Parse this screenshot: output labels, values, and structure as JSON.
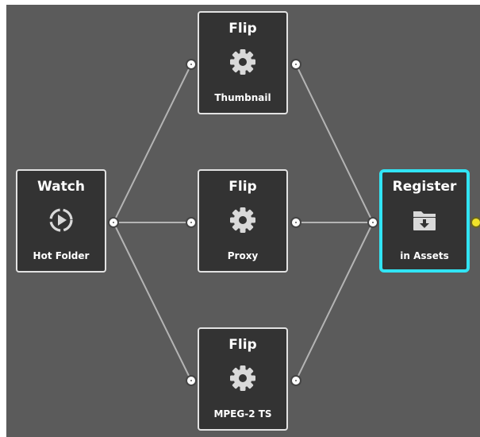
{
  "workflow": {
    "nodes": [
      {
        "id": "watch",
        "title": "Watch",
        "subtitle": "Hot Folder",
        "icon": "sync-icon",
        "selected": false
      },
      {
        "id": "flip-thumbnail",
        "title": "Flip",
        "subtitle": "Thumbnail",
        "icon": "gear-icon",
        "selected": false
      },
      {
        "id": "flip-proxy",
        "title": "Flip",
        "subtitle": "Proxy",
        "icon": "gear-icon",
        "selected": false
      },
      {
        "id": "flip-mpeg",
        "title": "Flip",
        "subtitle": "MPEG-2 TS",
        "icon": "gear-icon",
        "selected": false
      },
      {
        "id": "register",
        "title": "Register",
        "subtitle": "in Assets",
        "icon": "folder-download-icon",
        "selected": true
      }
    ],
    "connections": [
      {
        "from": "watch",
        "to": "flip-thumbnail"
      },
      {
        "from": "watch",
        "to": "flip-proxy"
      },
      {
        "from": "watch",
        "to": "flip-mpeg"
      },
      {
        "from": "flip-thumbnail",
        "to": "register"
      },
      {
        "from": "flip-proxy",
        "to": "register"
      },
      {
        "from": "flip-mpeg",
        "to": "register"
      }
    ],
    "colors": {
      "canvas": "#5b5b5b",
      "node": "#333333",
      "node_border": "#e2e2e2",
      "selected_border": "#31e4f4",
      "wire": "#b4b4b4",
      "active_port": "#f0e22a"
    }
  }
}
